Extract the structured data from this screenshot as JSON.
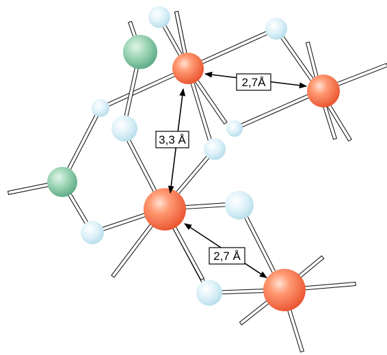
{
  "figure": {
    "labels": [
      {
        "id": "dist-top",
        "text": "2,7Å"
      },
      {
        "id": "dist-middle",
        "text": "3,3 Å"
      },
      {
        "id": "dist-bottom",
        "text": "2,7 Å"
      }
    ],
    "atom_types": [
      {
        "kind": "metal",
        "color": "#f26a45"
      },
      {
        "kind": "oxygen",
        "color": "#cfe9f3"
      },
      {
        "kind": "other",
        "color": "#86c7a5"
      }
    ]
  }
}
